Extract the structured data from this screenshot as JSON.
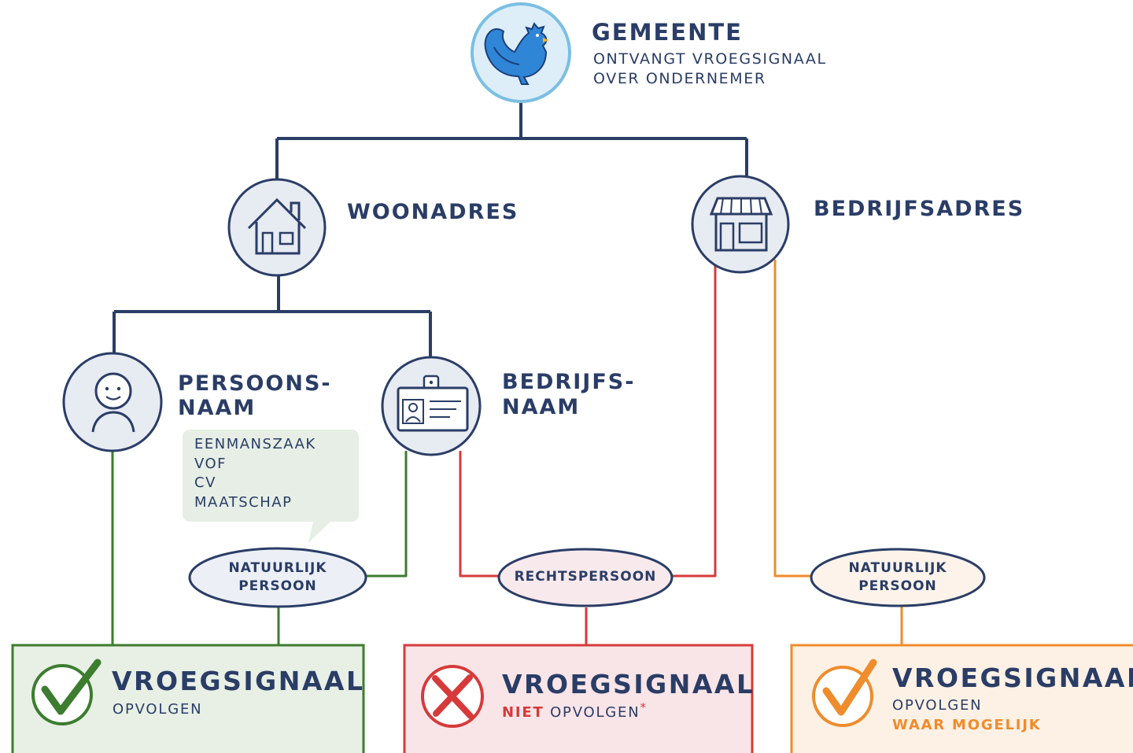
{
  "root": {
    "title": "GEMEENTE",
    "subtitle_line1": "ONTVANGT VROEGSIGNAAL",
    "subtitle_line2": "OVER ONDERNEMER"
  },
  "woonadres": {
    "label": "WOONADRES"
  },
  "bedrijfsadres": {
    "label": "BEDRIJFSADRES"
  },
  "persoonsnaam": {
    "line1": "PERSOONS-",
    "line2": "NAAM"
  },
  "bedrijfsnaam": {
    "line1": "BEDRIJFS-",
    "line2": "NAAM"
  },
  "bubble": {
    "items": [
      "EENMANSZAAK",
      "VOF",
      "CV",
      "MAATSCHAP"
    ]
  },
  "ovals": {
    "natuurlijk_left": {
      "line1": "NATUURLIJK",
      "line2": "PERSOON"
    },
    "rechtspersoon": {
      "line1": "RECHTSPERSOON"
    },
    "natuurlijk_right": {
      "line1": "NATUURLIJK",
      "line2": "PERSOON"
    }
  },
  "outcomes": {
    "green": {
      "title": "VROEGSIGNAAL",
      "sub": "OPVOLGEN"
    },
    "red": {
      "title": "VROEGSIGNAAL",
      "sub_emph": "NIET",
      "sub": "OPVOLGEN",
      "asterisk": "*"
    },
    "orange": {
      "title": "VROEGSIGNAAL",
      "sub": "OPVOLGEN",
      "sub2": "WAAR MOGELIJK"
    }
  },
  "icons": [
    "rooster-icon",
    "house-icon",
    "shop-icon",
    "person-icon",
    "id-badge-icon",
    "checkmark-icon",
    "cross-icon"
  ],
  "colors": {
    "navy": "#2a3d66",
    "green": "#3c7d2f",
    "red": "#d63a3a",
    "orange": "#ef8c2c",
    "blue_accent": "#2f86d6"
  }
}
